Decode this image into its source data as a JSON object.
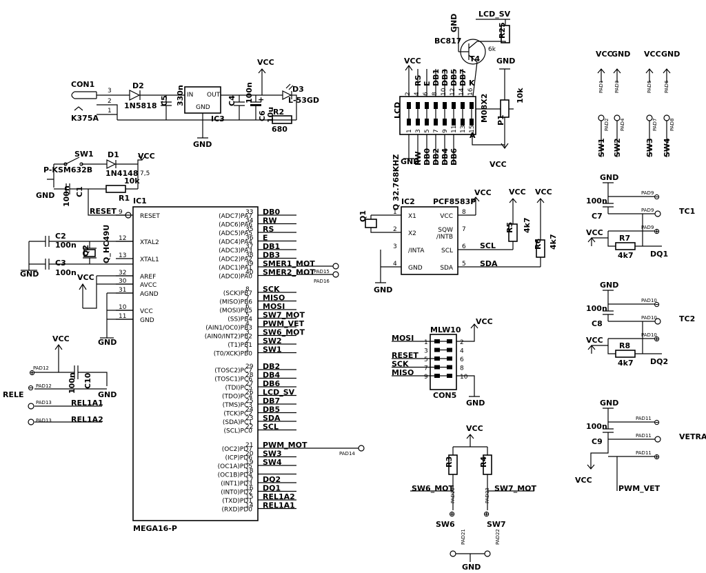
{
  "supply": {
    "vcc": "VCC",
    "gnd": "GND"
  },
  "ic1": {
    "ref": "IC1",
    "part": "MEGA16-P",
    "left_pins": [
      {
        "num": "9",
        "name": "RESET",
        "net": "RESET"
      },
      {
        "num": "12",
        "name": "XTAL2",
        "net": ""
      },
      {
        "num": "13",
        "name": "XTAL1",
        "net": ""
      },
      {
        "num": "32",
        "name": "AREF",
        "net": ""
      },
      {
        "num": "30",
        "name": "AVCC",
        "net": ""
      },
      {
        "num": "31",
        "name": "AGND",
        "net": ""
      },
      {
        "num": "10",
        "name": "VCC",
        "net": ""
      },
      {
        "num": "11",
        "name": "GND",
        "net": ""
      }
    ],
    "right_pins": [
      {
        "num": "33",
        "name": "(ADC7)PA7",
        "net": "DB0"
      },
      {
        "num": "34",
        "name": "(ADC6)PA6",
        "net": "RW"
      },
      {
        "num": "35",
        "name": "(ADC5)PA5",
        "net": "RS"
      },
      {
        "num": "36",
        "name": "(ADC4)PA4",
        "net": "E"
      },
      {
        "num": "37",
        "name": "(ADC3)PA3",
        "net": "DB1"
      },
      {
        "num": "38",
        "name": "(ADC2)PA2",
        "net": "DB3"
      },
      {
        "num": "39",
        "name": "(ADC1)PA1",
        "net": "SMER1_MOT"
      },
      {
        "num": "40",
        "name": "(ADC0)PA0",
        "net": "SMER2_MOT"
      },
      {
        "num": "8",
        "name": "(SCK)PB7",
        "net": "SCK"
      },
      {
        "num": "7",
        "name": "(MISO)PB6",
        "net": "MISO"
      },
      {
        "num": "6",
        "name": "(MOSI)PB5",
        "net": "MOSI"
      },
      {
        "num": "5",
        "name": "(SS)PB4",
        "net": "SW7_MOT"
      },
      {
        "num": "4",
        "name": "(AIN1/OC0)PB3",
        "net": "PWM_VET"
      },
      {
        "num": "3",
        "name": "(AIN0/INT2)PB2",
        "net": "SW6_MOT"
      },
      {
        "num": "2",
        "name": "(T1)PB1",
        "net": "SW2"
      },
      {
        "num": "1",
        "name": "(T0/XCK)PB0",
        "net": "SW1"
      },
      {
        "num": "29",
        "name": "(TOSC2)PC7",
        "net": "DB2"
      },
      {
        "num": "28",
        "name": "(TOSC1)PC6",
        "net": "DB4"
      },
      {
        "num": "27",
        "name": "(TDI)PC5",
        "net": "DB6"
      },
      {
        "num": "26",
        "name": "(TDO)PC4",
        "net": "LCD_SV"
      },
      {
        "num": "25",
        "name": "(TMS)PC3",
        "net": "DB7"
      },
      {
        "num": "24",
        "name": "(TCK)PC2",
        "net": "DB5"
      },
      {
        "num": "23",
        "name": "(SDA)PC1",
        "net": "SDA"
      },
      {
        "num": "22",
        "name": "(SCL)PC0",
        "net": "SCL"
      },
      {
        "num": "21",
        "name": "(OC2)PD7",
        "net": "PWM_MOT"
      },
      {
        "num": "20",
        "name": "(ICP)PD6",
        "net": "SW3"
      },
      {
        "num": "19",
        "name": "(OC1A)PD5",
        "net": "SW4"
      },
      {
        "num": "18",
        "name": "(OC1B)PD4",
        "net": ""
      },
      {
        "num": "17",
        "name": "(INT1)PD3",
        "net": "DQ2"
      },
      {
        "num": "16",
        "name": "(INT0)PD2",
        "net": "DQ1"
      },
      {
        "num": "15",
        "name": "(TXD)PD1",
        "net": "REL1A2"
      },
      {
        "num": "14",
        "name": "(RXD)PD0",
        "net": "REL1A1"
      }
    ]
  },
  "power": {
    "con1": "CON1",
    "k375a": "K375A",
    "d2": "D2",
    "d2_part": "1N5818",
    "c5": "C5",
    "c5_val": "330n",
    "ic3": "IC3",
    "ic3_in": "IN",
    "ic3_out": "OUT",
    "ic3_gnd": "GND",
    "c4": "C4",
    "c4_val": "100n",
    "c6": "C6",
    "c6_val": "10u",
    "plus": "+",
    "d3": "D3",
    "d3_part": "L-53GD",
    "r2": "R2",
    "r2_val": "680",
    "pins": [
      "3",
      "2",
      "1"
    ]
  },
  "reset": {
    "sw1": "SW1",
    "sw_part": "P-KSM632B",
    "d1": "D1",
    "d1_part": "1N4148",
    "vcc_pad": "7,5",
    "r1": "R1",
    "r1_val": "10k",
    "c1": "C1",
    "c1_val": "100n"
  },
  "crystal": {
    "c2": "C2",
    "c2_val": "100n",
    "c3": "C3",
    "c3_val": "100n",
    "q2": "Q2",
    "q2_part": "Q_HC49U"
  },
  "rele": {
    "label": "RELE",
    "c10": "C10",
    "c10_val": "100n",
    "pads": [
      "PAD12",
      "PAD12",
      "PAD13",
      "PAD13"
    ],
    "nets": [
      "REL1A1",
      "REL1A2"
    ]
  },
  "lcd": {
    "ref": "LCD",
    "part": "M08X2",
    "top_pins": [
      "2",
      "4",
      "6",
      "8",
      "10",
      "12",
      "14",
      "16"
    ],
    "bottom_pins": [
      "1",
      "3",
      "5",
      "7",
      "9",
      "11",
      "13",
      "15"
    ],
    "top_nets": [
      "RS",
      "E",
      "DB1",
      "DB3",
      "DB5",
      "DB7"
    ],
    "bottom_nets": [
      "RW",
      "DB0",
      "DB2",
      "DB4",
      "DB6"
    ],
    "k": "K",
    "a": "A",
    "t4": "T4",
    "t4_part": "BC817",
    "r25": "R25",
    "r25_val": "6k",
    "lcd_sv": "LCD_SV",
    "p1": "P1",
    "p1_val": "10k"
  },
  "pads_top": {
    "labels": [
      "PAD1",
      "PAD3",
      "PAD5",
      "PAD6",
      "PAD2",
      "PAD4",
      "PAD7",
      "PAD8"
    ],
    "sw": [
      "SW1",
      "SW2",
      "SW3",
      "SW4"
    ]
  },
  "rtc": {
    "ref": "IC2",
    "part": "PCF8583P",
    "q1": "Q1",
    "q1_part": "Q 32.768KHZ",
    "left": [
      {
        "num": "1",
        "name": "X1"
      },
      {
        "num": "2",
        "name": "X2"
      },
      {
        "num": "3",
        "name": "/INTA"
      },
      {
        "num": "4",
        "name": "GND"
      }
    ],
    "right": [
      {
        "num": "8",
        "name": "VCC"
      },
      {
        "num": "7",
        "name": "SQW\n/INTB"
      },
      {
        "num": "6",
        "name": "SCL"
      },
      {
        "num": "5",
        "name": "SDA"
      }
    ],
    "r5": "R5",
    "r5_val": "4k7",
    "r6": "R6",
    "r6_val": "4k7",
    "scl": "SCL",
    "sda": "SDA"
  },
  "isp": {
    "ref": "MLW10",
    "con": "CON5",
    "nets": [
      "MOSI",
      "RESET",
      "SCK",
      "MISO"
    ],
    "pins_left": [
      "1",
      "3",
      "5",
      "7",
      "9"
    ],
    "pins_right": [
      "2",
      "4",
      "6",
      "8",
      "10"
    ]
  },
  "tc1": {
    "label": "TC1",
    "c": "C7",
    "c_val": "100n",
    "r": "R7",
    "r_val": "4k7",
    "net": "DQ1",
    "pads": [
      "PAD9",
      "PAD9",
      "PAD9"
    ]
  },
  "tc2": {
    "label": "TC2",
    "c": "C8",
    "c_val": "100n",
    "r": "R8",
    "r_val": "4k7",
    "net": "DQ2",
    "pads": [
      "PAD10",
      "PAD10",
      "PAD10"
    ]
  },
  "vetrak": {
    "label": "VETRAK",
    "c": "C9",
    "c_val": "100n",
    "net": "PWM_VET",
    "pads": [
      "PAD11",
      "PAD11",
      "PAD11"
    ]
  },
  "sw67": {
    "r3": "R3",
    "r4": "R4",
    "sw6": "SW6",
    "sw7": "SW7",
    "sw6_net": "SW6_MOT",
    "sw7_net": "SW7_MOT",
    "pads": [
      "PAD20",
      "PAD23",
      "PAD21",
      "PAD22"
    ]
  },
  "smer_pads": [
    "PAD15",
    "PAD16"
  ],
  "pwm_pad": "PAD14",
  "glyphs": {
    "minus": "⊖",
    "plus": "⊕"
  }
}
